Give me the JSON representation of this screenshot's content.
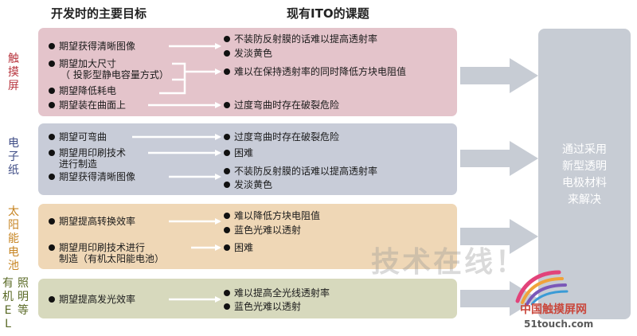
{
  "headers": {
    "goals": "开发时的主要目标",
    "issues": "现有ITO的课题"
  },
  "sections": [
    {
      "label": [
        "触",
        "摸",
        "屏"
      ],
      "color": "#b8363f"
    },
    {
      "label": [
        "电",
        "子",
        "纸"
      ],
      "color": "#3f4d86"
    },
    {
      "label": [
        "太",
        "阳",
        "能",
        "电",
        "池"
      ],
      "color": "#c78523"
    },
    {
      "label_col1": [
        "有",
        "机",
        "E",
        "L"
      ],
      "label_col2": [
        "照",
        "明",
        "等"
      ],
      "color": "#5a6a26"
    }
  ],
  "touch": {
    "goal1": "期望获得清晰图像",
    "goal2_l1": "期望加大尺寸",
    "goal2_l2": "（ 投影型静电容量方式）",
    "goal3": "期望降低耗电",
    "goal4": "期望装在曲面上",
    "issue1": "不装防反射膜的话难以提高透射率",
    "issue2": "发淡黄色",
    "issue3": "难以在保持透射率的同时降低方块电阻值",
    "issue4": "过度弯曲时存在破裂危险"
  },
  "epaper": {
    "goal1": "期望可弯曲",
    "goal2_l1": "期望用印刷技术",
    "goal2_l2": "进行制造",
    "goal3": "期望获得清晰图像",
    "issue1": "过度弯曲时存在破裂危险",
    "issue2": "困难",
    "issue3": "不装防反射膜的话难以提高透射率",
    "issue4": "发淡黄色"
  },
  "solar": {
    "goal1": "期望提高转换效率",
    "goal2_l1": "期望用印刷技术进行",
    "goal2_l2": "制造（有机太阳能电池）",
    "issue1": "难以降低方块电阻值",
    "issue2": "蓝色光难以透射",
    "issue3": "困难"
  },
  "oled": {
    "goal1": "期望提高发光效率",
    "issue1": "难以提高全光线透射率",
    "issue2": "蓝色光难以透射"
  },
  "solution": [
    "通过采用",
    "新型透明",
    "电极材料",
    "来解决"
  ],
  "watermark": "技术在线！",
  "logo": {
    "name": "中国触摸屏网",
    "url": "51touch.com"
  },
  "colors": {
    "arrow": "#ffffff",
    "big_arrow": "#c7ccd4"
  }
}
